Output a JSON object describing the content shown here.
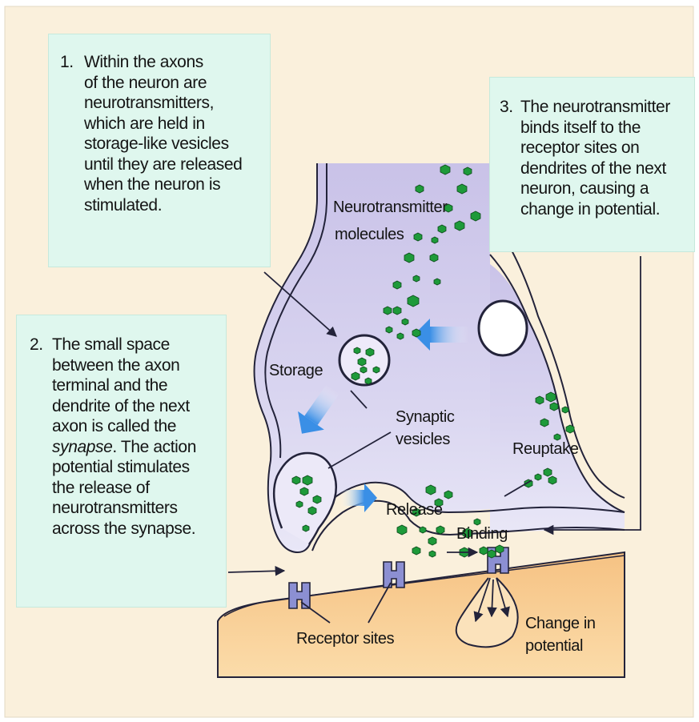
{
  "captions": [
    {
      "number": "1.",
      "lines": [
        "Within the axons",
        "of the neuron are",
        "neurotransmitters,",
        "which are held in",
        "storage-like vesicles",
        "until they are released",
        "when the neuron is",
        "stimulated."
      ]
    },
    {
      "number": "2.",
      "lines": [
        "The small space",
        "between the axon",
        "terminal and the",
        "dendrite of the next",
        "axon is called the"
      ],
      "italic_word": "synapse",
      "italic_suffix": ". The action",
      "lines_after": [
        "potential stimulates",
        "the release of",
        "neurotransmitters",
        "across the synapse."
      ]
    },
    {
      "number": "3.",
      "lines": [
        "The neurotransmitter",
        "binds itself to the",
        "receptor sites on",
        "dendrites of the next",
        "neuron, causing a",
        "change in potential."
      ]
    }
  ],
  "labels": {
    "neurotransmitter": "Neurotransmitter",
    "molecules": "molecules",
    "storage": "Storage",
    "synaptic": "Synaptic",
    "vesicles": "vesicles",
    "reuptake": "Reuptake",
    "release": "Release",
    "binding": "Binding",
    "receptor_sites": "Receptor sites",
    "change_in": "Change in",
    "potential": "potential"
  },
  "colors": {
    "background": "#faf0dc",
    "caption_box": "#dff7ee",
    "axon_fill": "#d6d1ee",
    "dendrite_fill": "#f7c98a",
    "molecule": "#1e9a3a",
    "flow_arrow": "#3a8fe6",
    "receptor": "#8c8fd2",
    "outline": "#23233a"
  }
}
